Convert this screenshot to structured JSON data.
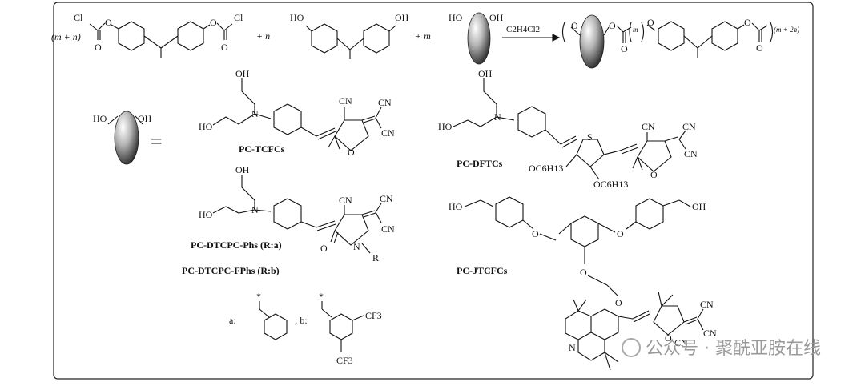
{
  "reaction": {
    "coef_left": "(m + n)",
    "plus_n": "+ n",
    "plus_m": "+ m",
    "solvent": "C2H4Cl2",
    "sub_m": "m",
    "sub_m2n": "(m + 2n)",
    "cl": "Cl",
    "o": "O",
    "oh": "HO"
  },
  "legend": {
    "equals": "="
  },
  "labels": {
    "tcfc": "PC-TCFCs",
    "dftc": "PC-DFTCs",
    "dtcpc_phs": "PC-DTCPC-Phs (R:a)",
    "dtcpc_fphs": "PC-DTCPC-FPhs (R:b)",
    "jtcfc": "PC-JTCFCs"
  },
  "groups": {
    "cn": "CN",
    "oh": "OH",
    "ho": "HO",
    "n": "N",
    "o": "O",
    "s": "S",
    "r": "R",
    "hexyloxy": "OC6H13",
    "cf3": "CF3",
    "a_label": "a:",
    "b_label": "; b:",
    "star": "*"
  },
  "watermark": {
    "text": "公众号 · 聚酰亚胺在线"
  }
}
